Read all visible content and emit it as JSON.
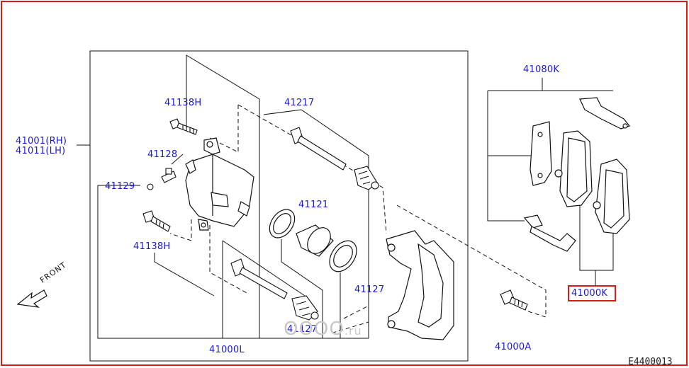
{
  "diagram": {
    "callouts": {
      "caliper_assembly_rh": "41001(RH)",
      "caliper_assembly_lh": "41011(LH)",
      "bleeder_screw": "41128",
      "bleeder_cap": "41129",
      "upper_bolt": "41138H",
      "lower_bolt": "41138H",
      "upper_pin": "41217",
      "piston": "41121",
      "piston_seal_upper": "41127",
      "piston_seal_lower": "41127",
      "caliper_assembly": "41000L",
      "pad_kit": "41080K",
      "pad_set": "41000K",
      "mounting_bolt": "41000A"
    },
    "front_indicator": "FRONT",
    "catalog_number": "E4400013",
    "watermark": {
      "brand": "ОООО",
      "suffix": ".ru"
    },
    "colors": {
      "frame_border": "#d41e1e",
      "callout_text": "#1a1ad6",
      "highlight_box": "#d41e1e",
      "line_art": "#111111"
    },
    "highlighted_part": "41000K"
  }
}
